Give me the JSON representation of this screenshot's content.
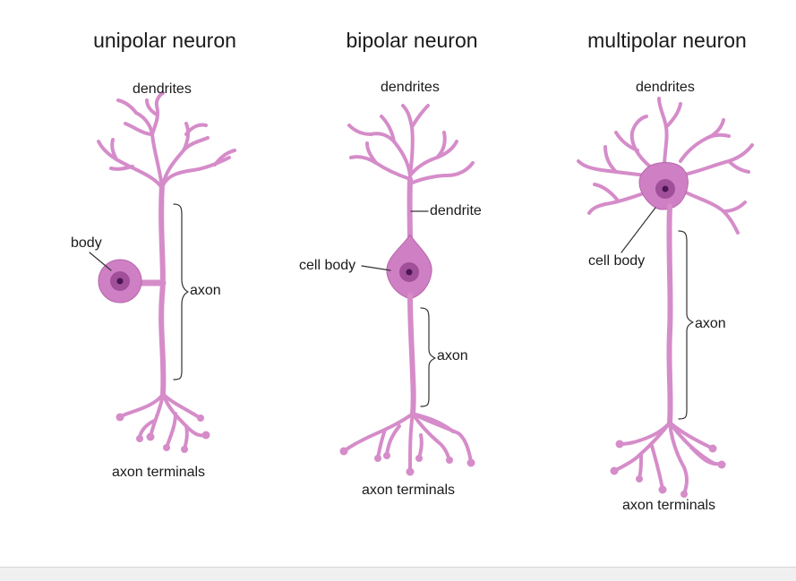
{
  "colors": {
    "neuron_fill": "#d58cc9",
    "neuron_stroke": "#b766ab",
    "body_fill": "#cf7fc4",
    "nucleus": "#a24f9a",
    "nucleolus": "#4a1650",
    "line": "#333333",
    "background": "#ffffff"
  },
  "unipolar": {
    "title": "unipolar neuron",
    "dendrites": "dendrites",
    "body": "body",
    "axon": "axon",
    "terminals": "axon terminals"
  },
  "bipolar": {
    "title": "bipolar neuron",
    "dendrites": "dendrites",
    "dendrite": "dendrite",
    "cell_body": "cell body",
    "axon": "axon",
    "terminals": "axon terminals"
  },
  "multipolar": {
    "title": "multipolar neuron",
    "dendrites": "dendrites",
    "cell_body": "cell body",
    "axon": "axon",
    "terminals": "axon terminals"
  }
}
